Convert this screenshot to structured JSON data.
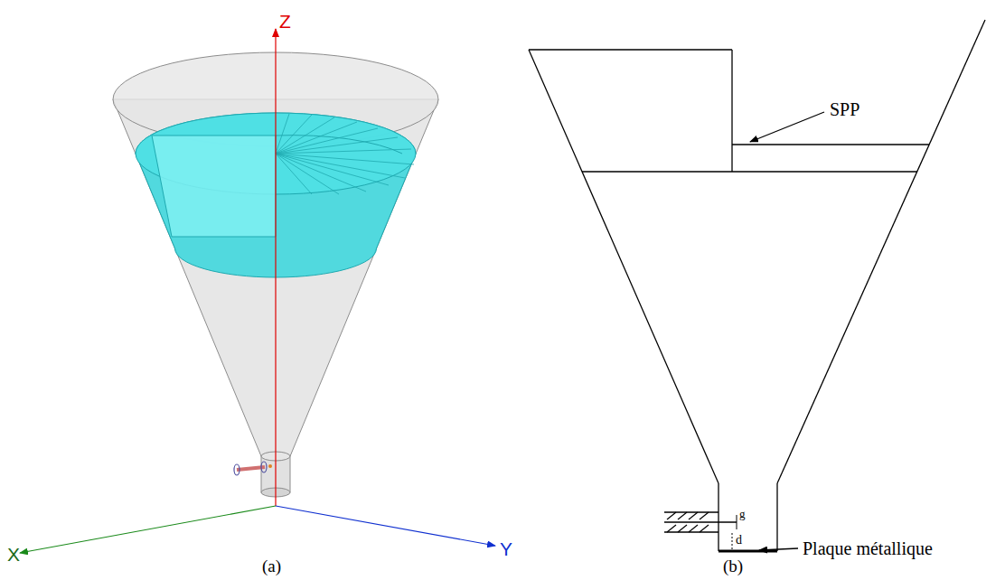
{
  "diagram": {
    "labels": [
      "Z",
      "X",
      "Y",
      "SPP",
      "g",
      "d",
      "Plaque métallique",
      "(a)",
      "(b)"
    ]
  }
}
